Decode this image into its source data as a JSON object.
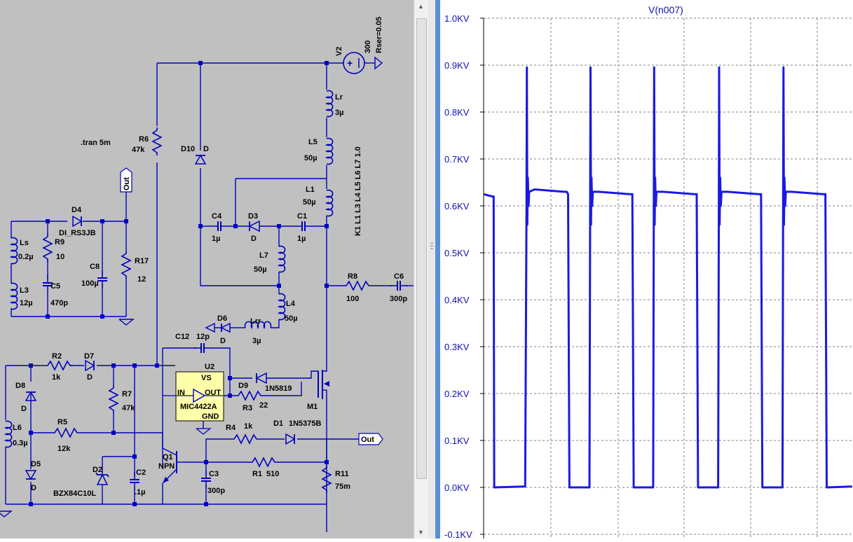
{
  "schematic": {
    "directive": ".tran 5m",
    "coupling": "K1 L1 L3 L4 L5 L6 L7 1.0",
    "v2": {
      "name": "V2",
      "value": "300",
      "rser": "Rser=0.05"
    },
    "lr": {
      "name": "Lr",
      "value": "3µ"
    },
    "l5": {
      "name": "L5",
      "value": "50µ"
    },
    "l1": {
      "name": "L1",
      "value": "50µ"
    },
    "l7": {
      "name": "L7",
      "value": "50µ"
    },
    "l4": {
      "name": "L4",
      "value": "50µ"
    },
    "lrr": {
      "name": "Lrr",
      "value": "3µ"
    },
    "ls": {
      "name": "Ls",
      "value": "0.2µ"
    },
    "l3": {
      "name": "L3",
      "value": "12µ"
    },
    "l6": {
      "name": "L6",
      "value": "0.3µ"
    },
    "r6": {
      "name": "R6",
      "value": "47k"
    },
    "r9": {
      "name": "R9",
      "value": "10"
    },
    "r17": {
      "name": "R17",
      "value": "12"
    },
    "r8": {
      "name": "R8",
      "value": "100"
    },
    "r2": {
      "name": "R2",
      "value": "1k"
    },
    "r7": {
      "name": "R7",
      "value": "47k"
    },
    "r5": {
      "name": "R5",
      "value": "12k"
    },
    "r3": {
      "name": "R3",
      "value": "22"
    },
    "r4": {
      "name": "R4",
      "value": "1k"
    },
    "r1": {
      "name": "R1",
      "value": "510"
    },
    "r11": {
      "name": "R11",
      "value": "75m"
    },
    "c4": {
      "name": "C4",
      "value": "1µ"
    },
    "c1": {
      "name": "C1",
      "value": "1µ"
    },
    "c5": {
      "name": "C5",
      "value": "470p"
    },
    "c8": {
      "name": "C8",
      "value": "100µ"
    },
    "c6": {
      "name": "C6",
      "value": "300p"
    },
    "c12": {
      "name": "C12",
      "value": "12p"
    },
    "c2": {
      "name": "C2",
      "value": ".1µ"
    },
    "c3": {
      "name": "C3",
      "value": "300p"
    },
    "d10": {
      "name": "D10",
      "value": "D"
    },
    "d3": {
      "name": "D3",
      "value": "D"
    },
    "d4": {
      "name": "D4",
      "value": "DI_RS3JB"
    },
    "d6": {
      "name": "D6",
      "value": "D"
    },
    "d7": {
      "name": "D7",
      "value": "D"
    },
    "d8": {
      "name": "D8",
      "value": "D"
    },
    "d5": {
      "name": "D5",
      "value": "D"
    },
    "d9": {
      "name": "D9",
      "value": "1N5819"
    },
    "d1": {
      "name": "D1",
      "value": "1N5375B"
    },
    "d2": {
      "name": "D2",
      "value": "BZX84C10L"
    },
    "u2": {
      "name": "U2",
      "part": "MIC4422A",
      "pin_vs": "VS",
      "pin_in": "IN",
      "pin_out": "OUT",
      "pin_gnd": "GND"
    },
    "q1": {
      "name": "Q1",
      "value": "NPN"
    },
    "m1": {
      "name": "M1"
    },
    "out_label": "Out"
  },
  "waveform": {
    "trace_name": "V(n007)",
    "trace_color": "#1a1ae0",
    "grid_color": "#808080",
    "y_ticks": [
      "1.0KV",
      "0.9KV",
      "0.8KV",
      "0.7KV",
      "0.6KV",
      "0.5KV",
      "0.4KV",
      "0.3KV",
      "0.2KV",
      "0.1KV",
      "0.0KV",
      "-0.1KV"
    ]
  },
  "chart_data": {
    "type": "line",
    "title": "V(n007)",
    "xlabel": "",
    "ylabel": "",
    "ylim": [
      -0.1,
      1.0
    ],
    "y_unit": "KV",
    "grid": true,
    "series": [
      {
        "name": "V(n007)",
        "color": "#1a1ae0",
        "points": [
          [
            0.0,
            0.625
          ],
          [
            0.13,
            0.62
          ],
          [
            0.15,
            0.62
          ],
          [
            0.158,
            0.0
          ],
          [
            0.16,
            0.0
          ],
          [
            0.62,
            0.002
          ],
          [
            0.64,
            0.6
          ],
          [
            0.645,
            0.895
          ],
          [
            0.652,
            0.56
          ],
          [
            0.66,
            0.66
          ],
          [
            0.67,
            0.6
          ],
          [
            0.68,
            0.63
          ],
          [
            0.76,
            0.635
          ],
          [
            1.2,
            0.63
          ],
          [
            1.24,
            0.63
          ],
          [
            1.26,
            0.625
          ],
          [
            1.28,
            0.0
          ],
          [
            1.29,
            0.0
          ],
          [
            1.58,
            0.0
          ],
          [
            1.59,
            0.6
          ],
          [
            1.595,
            0.895
          ],
          [
            1.602,
            0.56
          ],
          [
            1.61,
            0.66
          ],
          [
            1.62,
            0.6
          ],
          [
            1.63,
            0.63
          ],
          [
            1.72,
            0.63
          ],
          [
            2.18,
            0.625
          ],
          [
            2.22,
            0.625
          ],
          [
            2.24,
            0.0
          ],
          [
            2.25,
            0.0
          ],
          [
            2.53,
            0.0
          ],
          [
            2.54,
            0.6
          ],
          [
            2.545,
            0.895
          ],
          [
            2.552,
            0.56
          ],
          [
            2.56,
            0.66
          ],
          [
            2.57,
            0.6
          ],
          [
            2.58,
            0.63
          ],
          [
            2.68,
            0.63
          ],
          [
            3.14,
            0.625
          ],
          [
            3.18,
            0.625
          ],
          [
            3.2,
            0.0
          ],
          [
            3.21,
            0.0
          ],
          [
            3.5,
            0.0
          ],
          [
            3.51,
            0.6
          ],
          [
            3.515,
            0.895
          ],
          [
            3.522,
            0.56
          ],
          [
            3.53,
            0.66
          ],
          [
            3.54,
            0.6
          ],
          [
            3.55,
            0.63
          ],
          [
            3.64,
            0.63
          ],
          [
            4.1,
            0.625
          ],
          [
            4.14,
            0.625
          ],
          [
            4.16,
            0.0
          ],
          [
            4.17,
            0.0
          ],
          [
            4.46,
            0.0
          ],
          [
            4.47,
            0.6
          ],
          [
            4.475,
            0.895
          ],
          [
            4.482,
            0.56
          ],
          [
            4.49,
            0.66
          ],
          [
            4.5,
            0.6
          ],
          [
            4.51,
            0.63
          ],
          [
            4.6,
            0.63
          ],
          [
            5.06,
            0.625
          ],
          [
            5.1,
            0.625
          ],
          [
            5.12,
            0.0
          ],
          [
            5.13,
            0.0
          ],
          [
            5.5,
            0.002
          ]
        ]
      }
    ]
  }
}
